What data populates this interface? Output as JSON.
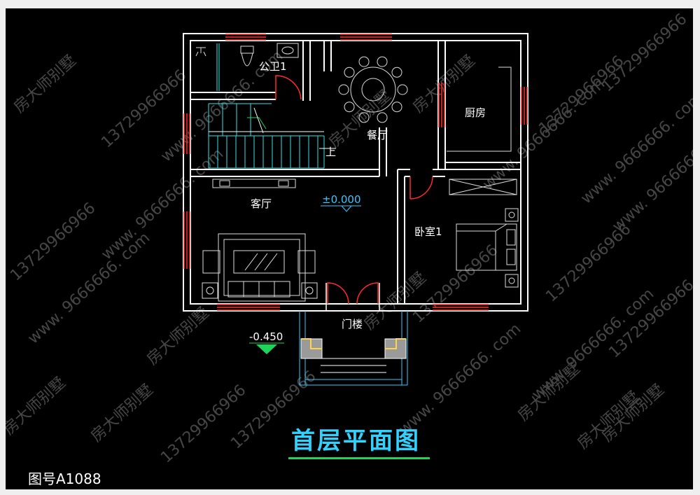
{
  "drawing": {
    "title": "首层平面图",
    "number": "图号A1088"
  },
  "rooms": {
    "toilet": "公卫1",
    "dining": "餐厅",
    "kitchen": "厨房",
    "living": "客厅",
    "bedroom": "卧室1",
    "porch": "门楼"
  },
  "labels": {
    "stair_up": "上",
    "floor_elevation": "±0.000",
    "porch_elevation": "-0.450"
  },
  "watermarks": {
    "brand": "房大师别墅",
    "phone": "13729966966",
    "site": "www. 9666666. com"
  },
  "colors": {
    "background": "#000000",
    "wall": "#ffffff",
    "window": "#ff2a2a",
    "furniture": "#dcdcdc",
    "dimension": "#38c8ff",
    "title": "#32d2ff",
    "marker": "#1fd45a",
    "stairs": "#2ee6e6",
    "watermark": "#464646"
  }
}
